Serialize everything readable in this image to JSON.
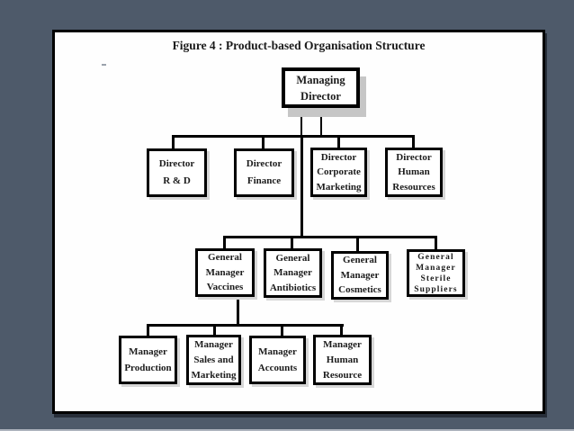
{
  "diagram": {
    "title": "Figure 4 : Product-based Organisation Structure",
    "type": "org_chart",
    "nodes": {
      "managing_director": {
        "label": "Managing Director",
        "lines": [
          "Managing",
          "Director"
        ]
      },
      "director_rd": {
        "label": "Director R & D",
        "lines": [
          "Director",
          "R & D"
        ]
      },
      "director_finance": {
        "label": "Director Finance",
        "lines": [
          "Director",
          "Finance"
        ]
      },
      "director_corporate_marketing": {
        "label": "Director Corporate Marketing",
        "lines": [
          "Director",
          "Corporate",
          "Marketing"
        ]
      },
      "director_human_resources": {
        "label": "Director Human Resources",
        "lines": [
          "Director",
          "Human",
          "Resources"
        ]
      },
      "gm_vaccines": {
        "label": "General Manager Vaccines",
        "lines": [
          "General",
          "Manager",
          "Vaccines"
        ]
      },
      "gm_antibiotics": {
        "label": "General Manager Antibiotics",
        "lines": [
          "General",
          "Manager",
          "Antibiotics"
        ]
      },
      "gm_cosmetics": {
        "label": "General Manager Cosmetics",
        "lines": [
          "General",
          "Manager",
          "Cosmetics"
        ]
      },
      "gm_sterile_suppliers": {
        "label": "General Manager Sterile Suppliers",
        "lines": [
          "General",
          "Manager",
          "Sterile",
          "Suppliers"
        ]
      },
      "manager_production": {
        "label": "Manager Production",
        "lines": [
          "Manager",
          "Production"
        ]
      },
      "manager_sales_marketing": {
        "label": "Manager Sales and Marketing",
        "lines": [
          "Manager",
          "Sales and",
          "Marketing"
        ]
      },
      "manager_accounts": {
        "label": "Manager Accounts",
        "lines": [
          "Manager",
          "Accounts"
        ]
      },
      "manager_human_resource": {
        "label": "Manager Human Resource",
        "lines": [
          "Manager",
          "Human",
          "Resource"
        ]
      }
    },
    "hierarchy": [
      {
        "parent": "Managing Director",
        "children": [
          "Director R & D",
          "Director Finance",
          "Director Corporate Marketing",
          "Director Human Resources"
        ]
      },
      {
        "parent": "Managing Director",
        "children": [
          "General Manager Vaccines",
          "General Manager Antibiotics",
          "General Manager Cosmetics",
          "General Manager Sterile Suppliers"
        ]
      },
      {
        "parent": "General Manager Vaccines",
        "children": [
          "Manager Production",
          "Manager Sales and Marketing",
          "Manager Accounts",
          "Manager Human Resource"
        ]
      }
    ],
    "colors": {
      "background": "#4e5a6a",
      "panel": "#fefefe",
      "line": "#000000",
      "text": "#1c1c1c",
      "box_shadow": "#c6c6c6"
    }
  }
}
